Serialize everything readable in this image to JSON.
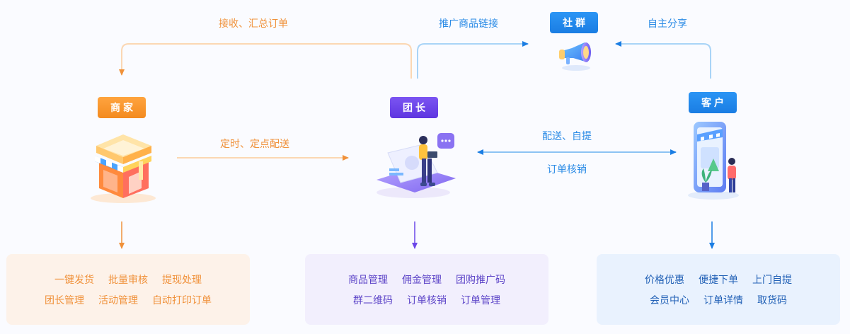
{
  "nodes": {
    "merchant": {
      "label": "商家"
    },
    "leader": {
      "label": "团长"
    },
    "community": {
      "label": "社群"
    },
    "customer": {
      "label": "客户"
    }
  },
  "edges": {
    "receive_orders": "接收、汇总订单",
    "promote_links": "推广商品链接",
    "self_share": "自主分享",
    "scheduled_delivery": "定时、定点配送",
    "delivery_pickup": "配送、自提",
    "order_verify": "订单核销"
  },
  "panels": {
    "merchant": {
      "rows": [
        [
          "一键发货",
          "批量审核",
          "提现处理"
        ],
        [
          "团长管理",
          "活动管理",
          "自动打印订单"
        ]
      ]
    },
    "leader": {
      "rows": [
        [
          "商品管理",
          "佣金管理",
          "团购推广码"
        ],
        [
          "群二维码",
          "订单核销",
          "订单管理"
        ]
      ]
    },
    "customer": {
      "rows": [
        [
          "价格优惠",
          "便捷下单",
          "上门自提"
        ],
        [
          "会员中心",
          "订单详情",
          "取货码"
        ]
      ]
    }
  },
  "colors": {
    "orange": "#f0913a",
    "purple": "#6b46e8",
    "blue": "#1a7de3",
    "light_orange_line": "#fbd7b3",
    "light_blue_line": "#a9d4f7"
  }
}
